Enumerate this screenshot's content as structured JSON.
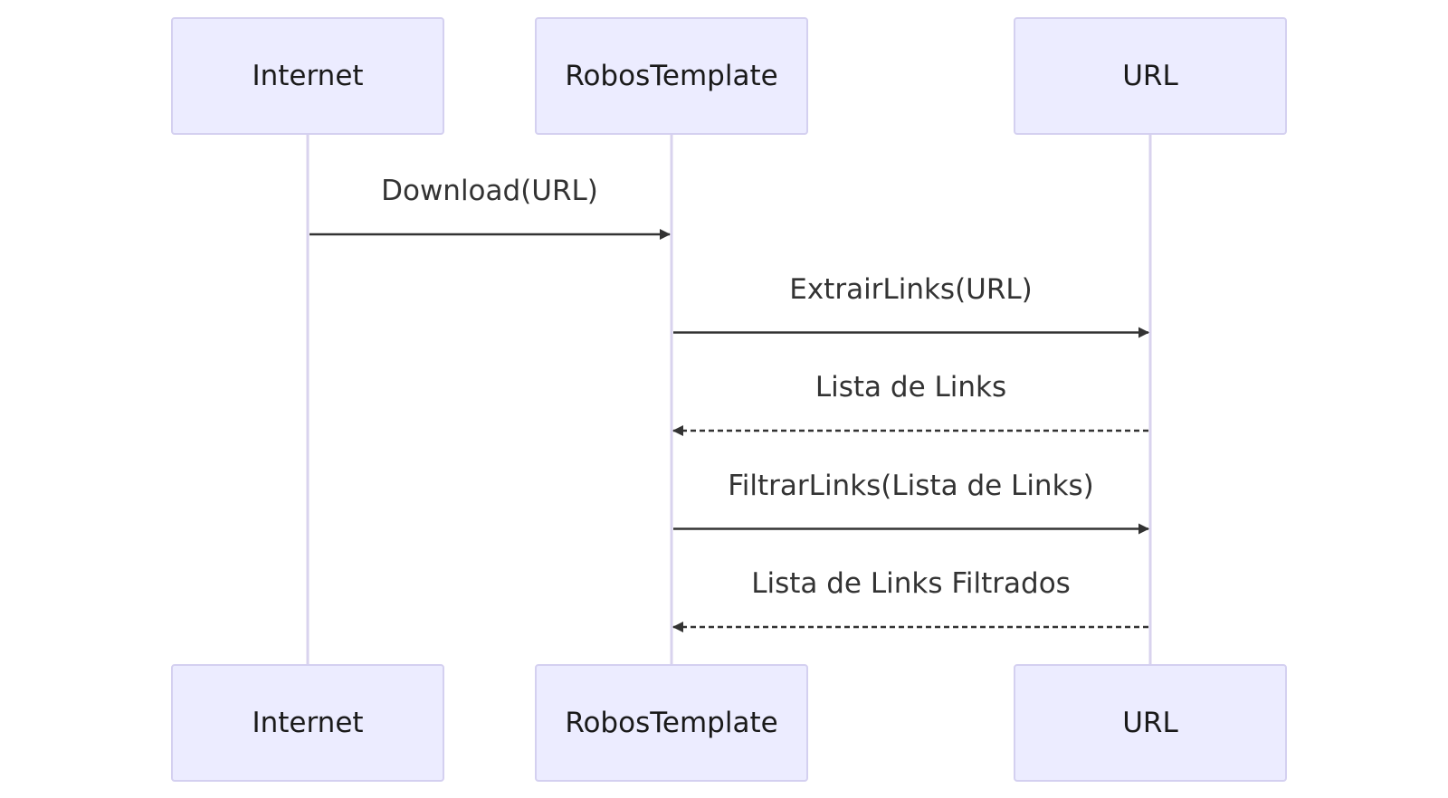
{
  "participants": [
    {
      "id": "internet",
      "label": "Internet"
    },
    {
      "id": "robos",
      "label": "RobosTemplate"
    },
    {
      "id": "url",
      "label": "URL"
    }
  ],
  "messages": [
    {
      "from": "internet",
      "to": "robos",
      "label": "Download(URL)",
      "style": "solid"
    },
    {
      "from": "robos",
      "to": "url",
      "label": "ExtrairLinks(URL)",
      "style": "solid"
    },
    {
      "from": "url",
      "to": "robos",
      "label": "Lista de Links",
      "style": "dashed"
    },
    {
      "from": "robos",
      "to": "url",
      "label": "FiltrarLinks(Lista de Links)",
      "style": "solid"
    },
    {
      "from": "url",
      "to": "robos",
      "label": "Lista de Links Filtrados",
      "style": "dashed"
    }
  ],
  "colors": {
    "actor_fill": "#ececff",
    "actor_border": "#d4d0f0",
    "lifeline": "#d9d3ee",
    "arrow": "#333333",
    "text": "#333333"
  }
}
